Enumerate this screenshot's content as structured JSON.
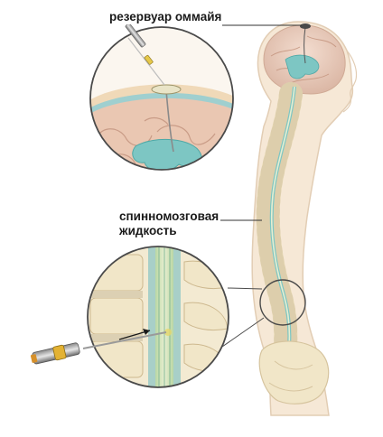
{
  "labels": {
    "reservoir": "резервуар оммайя",
    "csf_line1": "спинномозговая",
    "csf_line2": "жидкость"
  },
  "colors": {
    "body_fill": "#f6e8d6",
    "body_outline": "#e2cdb4",
    "bone": "#f1e6c8",
    "bone_shade": "#ddceac",
    "brain": "#ecd2c4",
    "brain_fold": "#d7b7a6",
    "csf": "#7dc6c3",
    "csf_dark": "#4ea8a6",
    "magnifier_ring": "#4a4a4a",
    "leader_line": "#333333",
    "needle": "#c9c9c9"
  },
  "icons": [
    "syringe-icon",
    "needle-icon",
    "arrow-icon"
  ]
}
